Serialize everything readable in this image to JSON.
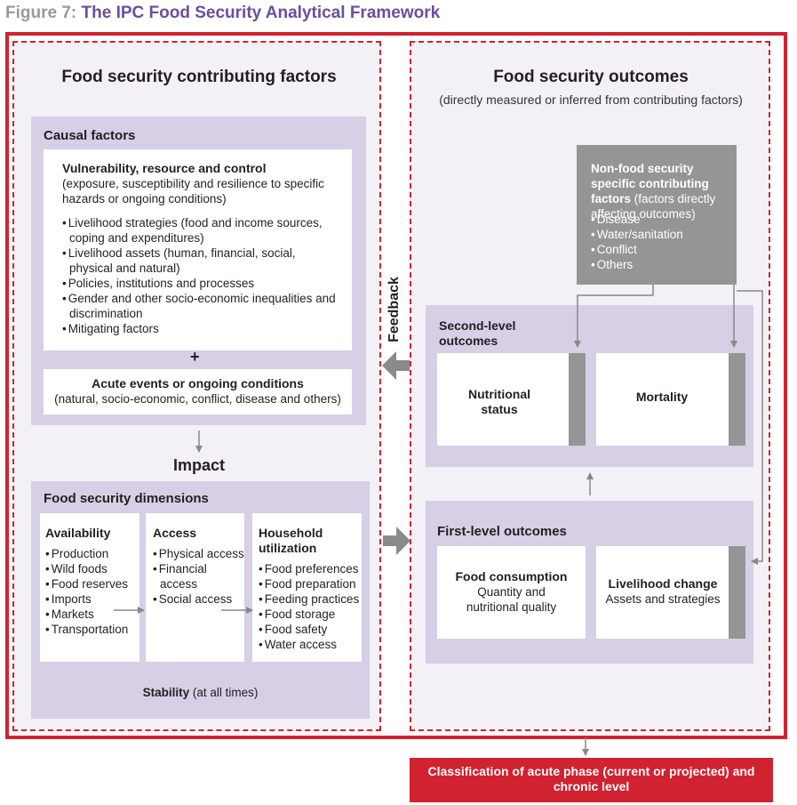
{
  "figure": {
    "label": "Figure 7:",
    "title": "The IPC Food Security Analytical Framework"
  },
  "left_panel": {
    "heading": "Food security contributing factors",
    "causal": {
      "heading": "Causal factors",
      "vulnerability": {
        "title": "Vulnerability, resource and control",
        "subtitle": "(exposure, susceptibility and resilience to specific hazards or ongoing conditions)",
        "items": [
          "Livelihood strategies (food and income sources, coping and expenditures)",
          "Livelihood assets (human, financial, social, physical and natural)",
          "Policies, institutions and processes",
          "Gender and other socio-economic inequalities and discrimination",
          "Mitigating factors"
        ]
      },
      "plus": "+",
      "acute": {
        "title": "Acute events or ongoing conditions",
        "subtitle": "(natural, socio-economic, conflict, disease and others)"
      }
    },
    "impact": "Impact",
    "dimensions": {
      "heading": "Food security dimensions",
      "availability": {
        "title": "Availability",
        "items": [
          "Production",
          "Wild foods",
          "Food reserves",
          "Imports",
          "Markets",
          "Transportation"
        ]
      },
      "access": {
        "title": "Access",
        "items": [
          "Physical access",
          "Financial access",
          "Social access"
        ]
      },
      "utilization": {
        "title": "Household utilization",
        "items": [
          "Food preferences",
          "Food preparation",
          "Feeding practices",
          "Food storage",
          "Food safety",
          "Water access"
        ]
      },
      "stability_bold": "Stability",
      "stability_rest": "(at all times)"
    }
  },
  "feedback": "Feedback",
  "right_panel": {
    "heading": "Food security outcomes",
    "subheading": "(directly measured or inferred from contributing factors)",
    "non_food": {
      "title": "Non-food security specific contributing factors",
      "rest": "(factors directly affecting outcomes)",
      "items": [
        "Disease",
        "Water/sanitation",
        "Conflict",
        "Others"
      ]
    },
    "second_level": {
      "heading": "Second-level outcomes",
      "nutritional": "Nutritional status",
      "mortality": "Mortality"
    },
    "first_level": {
      "heading": "First-level outcomes",
      "consumption": {
        "title": "Food consumption",
        "detail": "Quantity and nutritional quality"
      },
      "livelihood": {
        "title": "Livelihood change",
        "detail": "Assets and strategies"
      }
    }
  },
  "classification": "Classification of acute phase (current or projected) and chronic level",
  "colors": {
    "frame_red": "#d12230",
    "title_purple": "#6b4ea0",
    "panel_purple": "#d6cfe6",
    "panel_bg": "#f3f1f6",
    "gray": "#959595"
  }
}
